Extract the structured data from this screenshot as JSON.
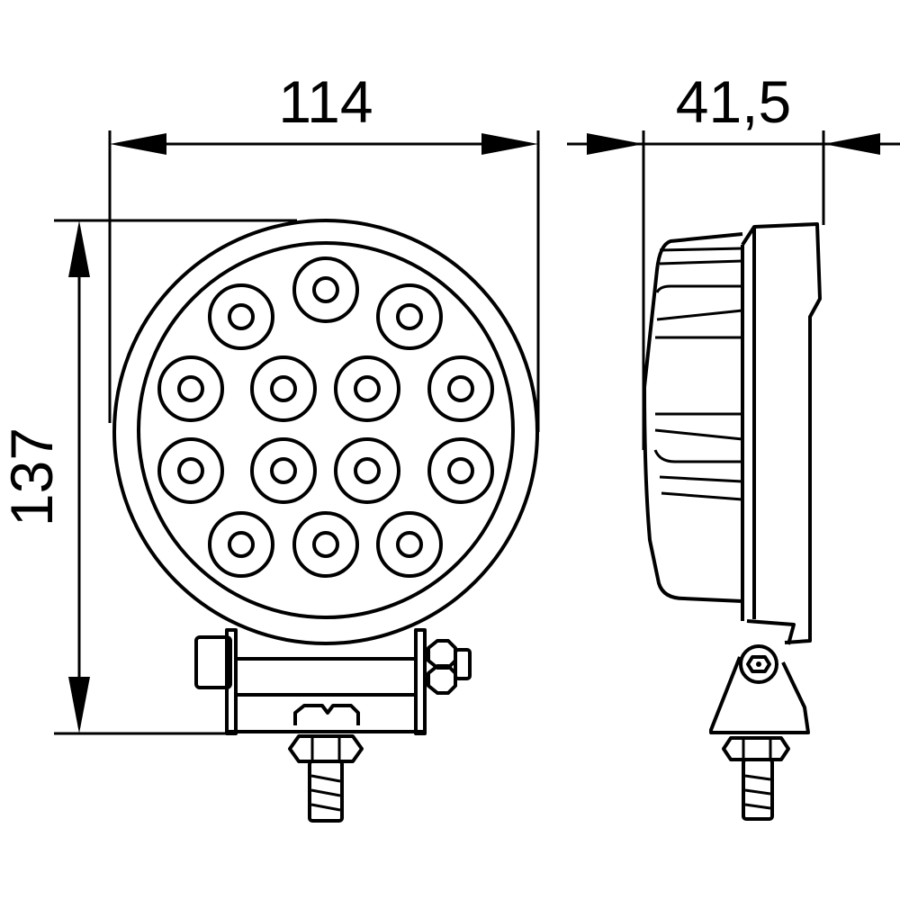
{
  "dimensions": {
    "width": "114",
    "height": "137",
    "depth": "41,5"
  },
  "led_count": 14
}
